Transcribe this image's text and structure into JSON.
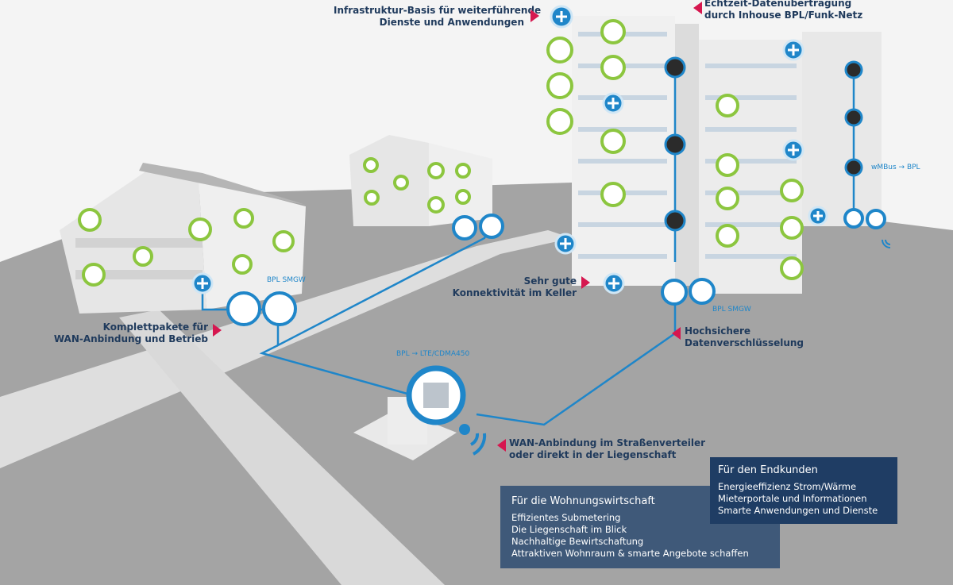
{
  "callouts": {
    "infrastruktur": [
      "Infrastruktur-Basis für weiterführende",
      "Dienste und Anwendungen"
    ],
    "echtzeit": [
      "Echtzeit-Datenübertragung",
      "durch Inhouse BPL/Funk-Netz"
    ],
    "konnektivitaet": [
      "Sehr gute",
      "Konnektivität im Keller"
    ],
    "komplettpakete": [
      "Komplettpakete für",
      "WAN-Anbindung und Betrieb"
    ],
    "hochsichere": [
      "Hochsichere",
      "Datenverschlüsselung"
    ],
    "wan_anbindung": [
      "WAN-Anbindung im Straßenverteiler",
      "oder direkt in der Liegenschaft"
    ]
  },
  "tags": {
    "bpl_smgw_left": "BPL SMGW",
    "bpl_smgw_right": "BPL SMGW",
    "bpl_lte": "BPL → LTE/CDMA450",
    "wmbus": "wMBus → BPL"
  },
  "panels": {
    "wohnungswirtschaft": {
      "title": "Für die Wohnungswirtschaft",
      "items": [
        "Effizientes Submetering",
        "Die Liegenschaft im Blick",
        "Nachhaltige Bewirtschaftung",
        "Attraktiven Wohnraum & smarte Angebote schaffen"
      ]
    },
    "endkunden": {
      "title": "Für den Endkunden",
      "items": [
        "Energieeffizienz Strom/Wärme",
        "Mieterportale und Informationen",
        "Smarte Anwendungen und Dienste"
      ]
    }
  },
  "colors": {
    "accent_blue": "#1f86c9",
    "device_green": "#8cc63f",
    "marker_red": "#d6174f",
    "panel_navy": "#1f3d64"
  },
  "icons": {
    "plus": "plus-circle-icon",
    "meter": "meter-device-icon",
    "gateway": "gateway-icon",
    "signal": "wireless-signal-icon"
  }
}
